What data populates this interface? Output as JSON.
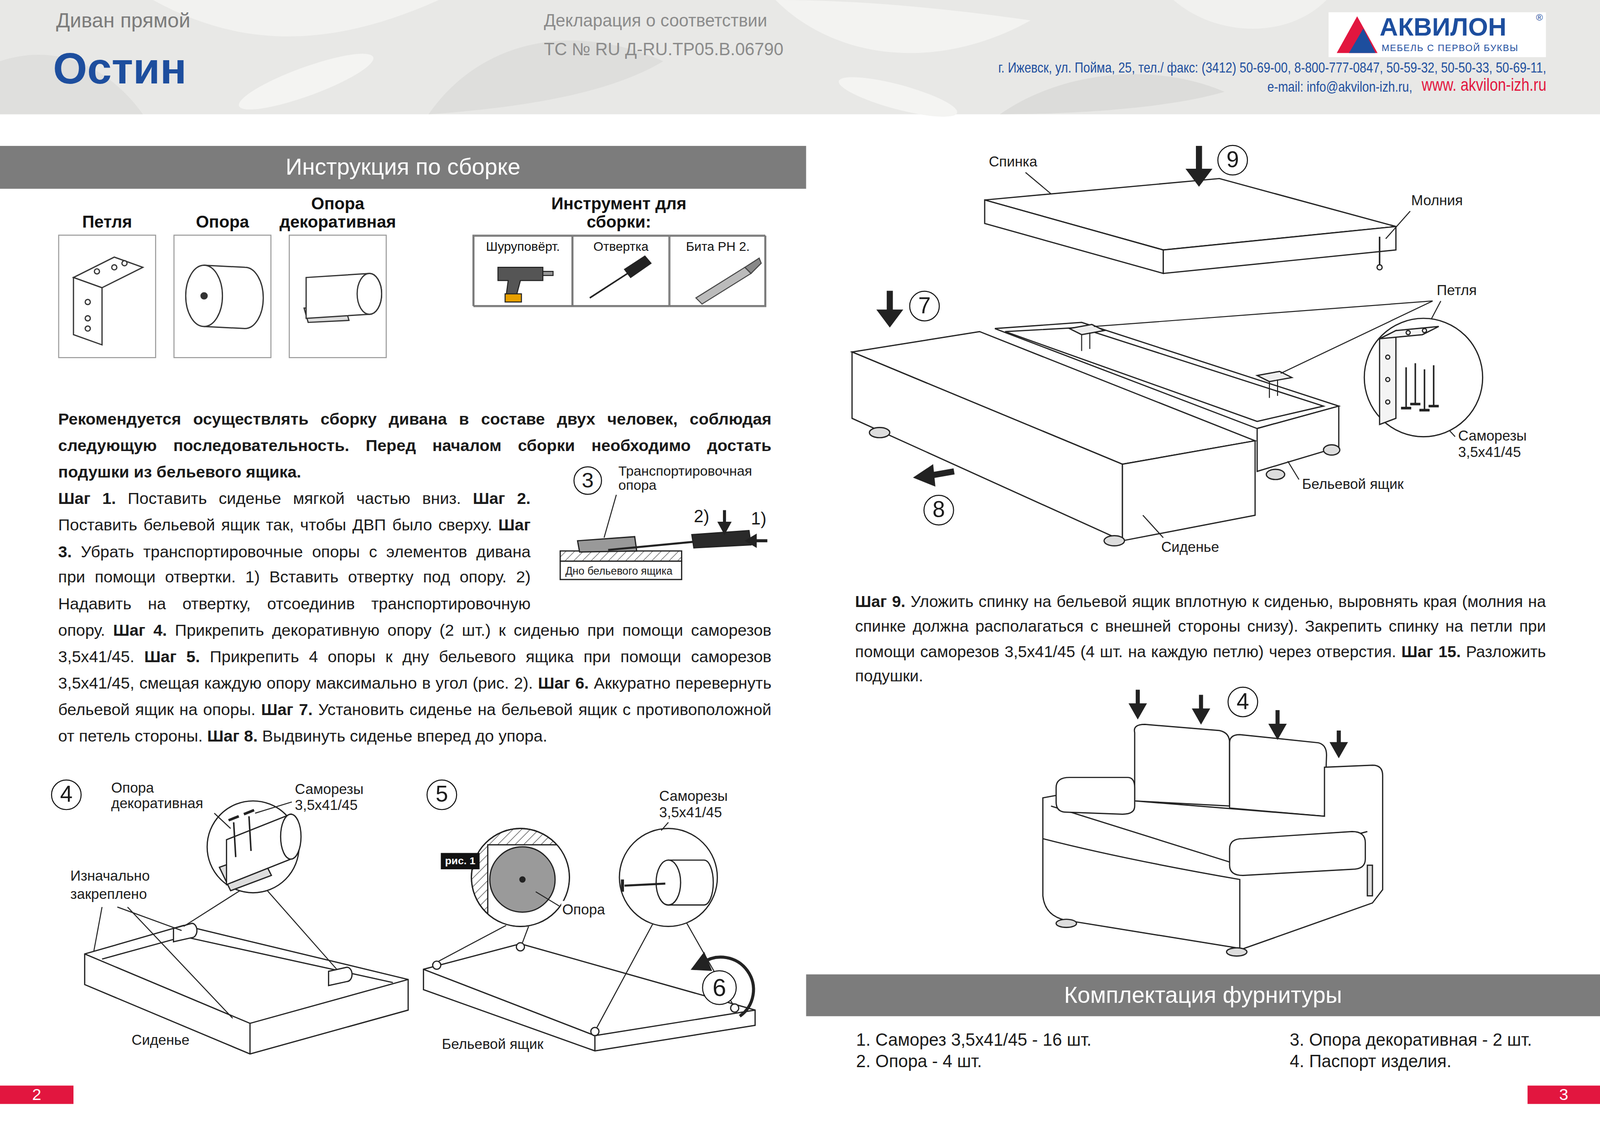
{
  "diagram": {
    "title": "Остин",
    "nodes": [
      {
        "text": [
          "АКВИЛОН",
          "®",
          "МЕБЕЛЬ С ПЕРВОЙ БУКВЫ"
        ]
      },
      {
        "text": [
          "Инструкция по сборке"
        ]
      },
      {
        "text": [
          "Петля"
        ]
      },
      {
        "text": [
          "Опора"
        ]
      },
      {
        "text": [
          "Опора декоративная"
        ]
      },
      {
        "text": [
          "Инструмент для сборки:"
        ]
      },
      {
        "text": [
          "Шуруповёрт."
        ],
        "in": 5
      },
      {
        "text": [
          "Отвертка"
        ],
        "in": 5
      },
      {
        "text": [
          "Бита PH 2."
        ],
        "in": 5
      },
      {
        "text": [
          "рис. 1"
        ]
      },
      {
        "text": [
          "2"
        ]
      },
      {
        "text": [
          "Комплектация фурнитуры"
        ]
      },
      {
        "text": [
          "3"
        ]
      }
    ],
    "labels": [
      "Диван прямой",
      "Декларация о соответствии",
      "ТС № RU Д-RU.ТР05.В.06790",
      "г. Ижевск, ул. Пойма, 25, тел./ факс: (3412) 50-69-00, 8-800-777-0847, 50-59-32, 50-50-33, 50-69-11,",
      "e-mail: info@akvilon-izh.ru,",
      "www. akvilon-izh.ru",
      "Рекомендуется осуществлять сборку дивана в составе двух человек, соблюдая следующую последовательность. Перед началом сборки необходимо достать подушки из бельевого ящика.",
      "Шаг 1.",
      "Поставить сиденье мягкой частью вниз.",
      "Шаг 2.",
      "Поставить бельевой ящик так, чтобы ДВП было сверху.",
      "Шаг 3.",
      "Убрать транспортировочные опоры с элементов дивана при помощи отвертки. 1) Вставить отвертку под опору. 2) Надавить на отвертку, отсоединив транспортировочную опору.",
      "Шаг 4.",
      "Прикрепить декоративную опору (2 шт.) к сиденью при помощи саморезов 3,5x41/45.",
      "Шаг 5.",
      "Прикрепить 4 опоры к дну бельевого ящика при помощи саморезов 3,5x41/45, смещая каждую опору максимально в угол (рис. 2).",
      "Шаг 6.",
      "Аккуратно перевернуть бельевой ящик на опоры.",
      "Шаг 7.",
      "Установить сиденье на бельевой ящик с противоположной от петель стороны.",
      "Шаг 8.",
      "Выдвинуть сиденье вперед до упора.",
      "3",
      "Транспортировочная опора",
      "2)",
      "1)",
      "Дно бельевого ящика",
      "4",
      "Опора декоративная",
      "Саморезы 3,5x41/45",
      "Изначально закреплено",
      "Сиденье",
      "5",
      "Саморезы 3,5x41/45",
      "Опора",
      "Бельевой ящик",
      "6",
      "9",
      "Спинка",
      "Молния",
      "7",
      "Петля",
      "Саморезы 3,5x41/45",
      "Бельевой ящик",
      "8",
      "Сиденье",
      "Шаг 9.",
      "Уложить спинку на бельевой ящик вплотную к сиденью, выровнять края (молния на спинке должна располагаться с внешней стороны снизу). Закрепить спинку на петли при помощи саморезов 3,5x41/45 (4 шт. на каждую петлю) через отверстия.",
      "Шаг 15.",
      "Разложить подушки.",
      "4",
      "1. Саморез 3,5x41/45 - 16 шт.",
      "2. Опора - 4 шт.",
      "3. Опора декоративная - 2 шт.",
      "4. Паспорт изделия."
    ]
  }
}
